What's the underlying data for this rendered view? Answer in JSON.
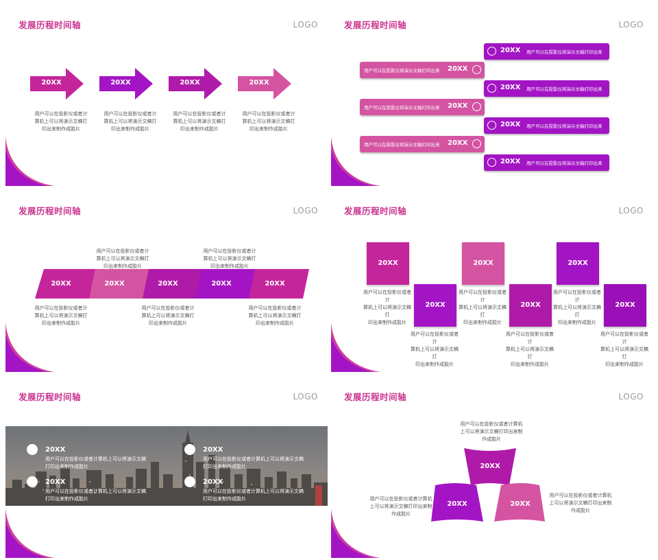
{
  "common": {
    "title": "发展历程时间轴",
    "logo": "LOGO",
    "year": "20XX",
    "desc_wrap": [
      "用户可以在投影仪或者计",
      "算机上可以将演示文稿打",
      "印出来制作成胶片"
    ],
    "desc_line": "用户可以在投影仪将演示文稿打印出来"
  },
  "colors": {
    "magenta": "#c5259b",
    "purple": "#a315c4",
    "violet": "#9b0fb8",
    "pink": "#d454a2",
    "title": "#c9338f",
    "logo": "#9a9a9a"
  },
  "slide5": {
    "desc": [
      "用户可以在投影仪或者计算机上可以将演示文稿",
      "打印出来制作成胶片"
    ]
  },
  "slide6": {
    "desc_top": [
      "用户可以在投影仪或者计算机",
      "上可以将演示文稿打印出来制",
      "作成胶片"
    ]
  }
}
